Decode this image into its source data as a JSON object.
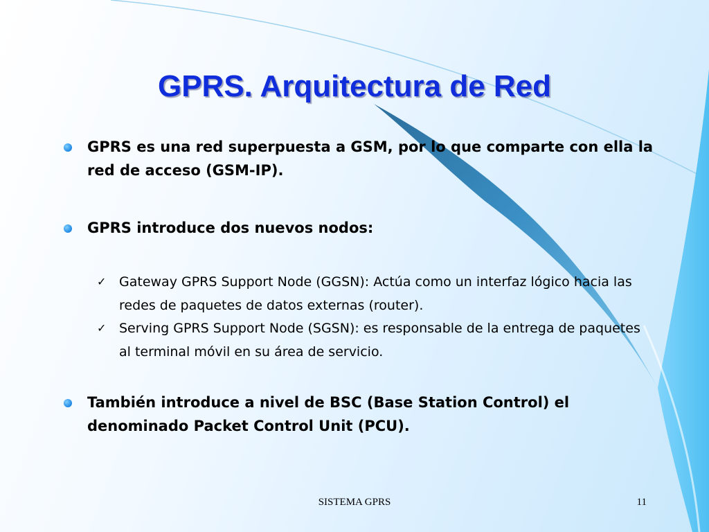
{
  "slide": {
    "title": "GPRS. Arquitectura de Red",
    "bullets": [
      {
        "text": "GPRS es una red superpuesta a GSM, por lo que comparte con ella la red de acceso (GSM-IP)."
      },
      {
        "text": "GPRS introduce dos nuevos nodos:",
        "sub_items": [
          "Gateway GPRS Support Node (GGSN): Actúa como un interfaz lógico hacia las redes de paquetes de datos externas (router).",
          "Serving GPRS Support Node (SGSN): es responsable de la entrega de paquetes al terminal móvil en su área de servicio."
        ]
      },
      {
        "text": "También introduce a nivel de BSC (Base Station Control) el denominado Packet Control Unit (PCU)."
      }
    ]
  },
  "footer": {
    "center_text": "SISTEMA GPRS",
    "page_number": "11"
  },
  "colors": {
    "title": "#0f2ddb",
    "bullet": "#1e88e5",
    "swoosh_dark": "#1f5f8f",
    "swoosh_light": "#5ec8f5",
    "background_light": "#ffffff",
    "background_tint": "#c8e8fb"
  }
}
